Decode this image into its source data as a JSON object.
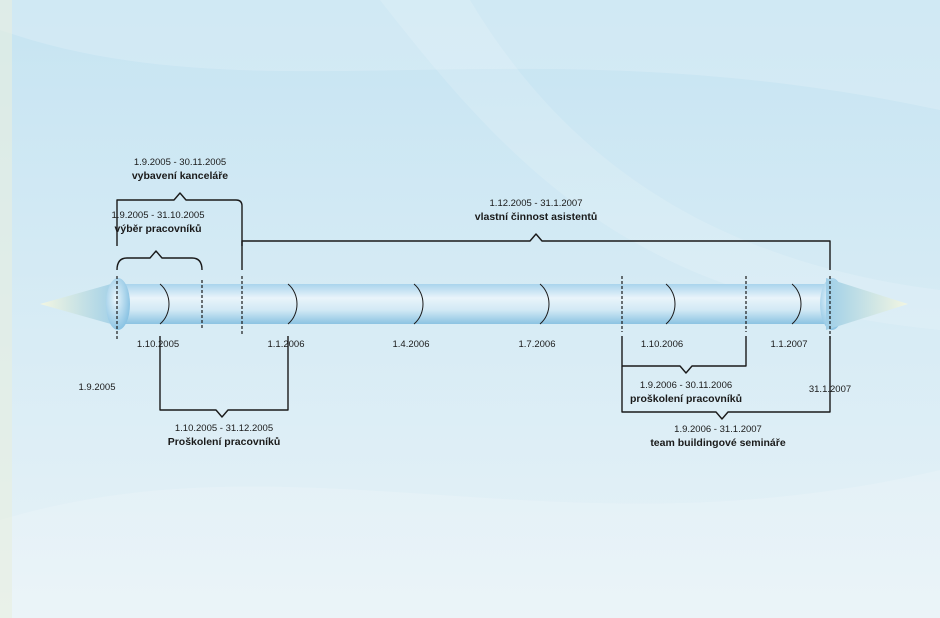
{
  "timeline": {
    "ticks": [
      {
        "id": "1-10-2005",
        "label": "1.10.2005"
      },
      {
        "id": "1-1-2006",
        "label": "1.1.2006"
      },
      {
        "id": "1-4-2006",
        "label": "1.4.2006"
      },
      {
        "id": "1-7-2006",
        "label": "1.7.2006"
      },
      {
        "id": "1-10-2006",
        "label": "1.10.2006"
      },
      {
        "id": "1-1-2007",
        "label": "1.1.2007"
      }
    ],
    "endpoints": {
      "start": "1.9.2005",
      "end": "31.1.2007"
    }
  },
  "phases": [
    {
      "id": "vybaveni-kancelare",
      "dates": "1.9.2005 - 30.11.2005",
      "title": "vybavení kanceláře"
    },
    {
      "id": "vyber-pracovniku",
      "dates": "1.9.2005 - 31.10.2005",
      "title": "výběr pracovníků"
    },
    {
      "id": "vlastni-cinnost-asistentu",
      "dates": "1.12.2005 - 31.1.2007",
      "title": "vlastní činnost asistentů"
    },
    {
      "id": "proskoleni-pracovniku-2005",
      "dates": "1.10.2005 - 31.12.2005",
      "title": "Proškolení pracovníků"
    },
    {
      "id": "proskoleni-pracovniku-2006",
      "dates": "1.9.2006 - 30.11.2006",
      "title": "proškolení pracovníků"
    },
    {
      "id": "team-buildingove-seminare",
      "dates": "1.9.2006 - 31.1.2007",
      "title": "team buildingové semináře"
    }
  ],
  "colors": {
    "bg_top": "#c9e6f3",
    "bg_bottom": "#e4f1f7",
    "arrow_light": "#f4f8e4",
    "arrow_mid": "#bfe0f0",
    "arrow_dark": "#8fc6e4",
    "ink": "#1a1a1a"
  }
}
